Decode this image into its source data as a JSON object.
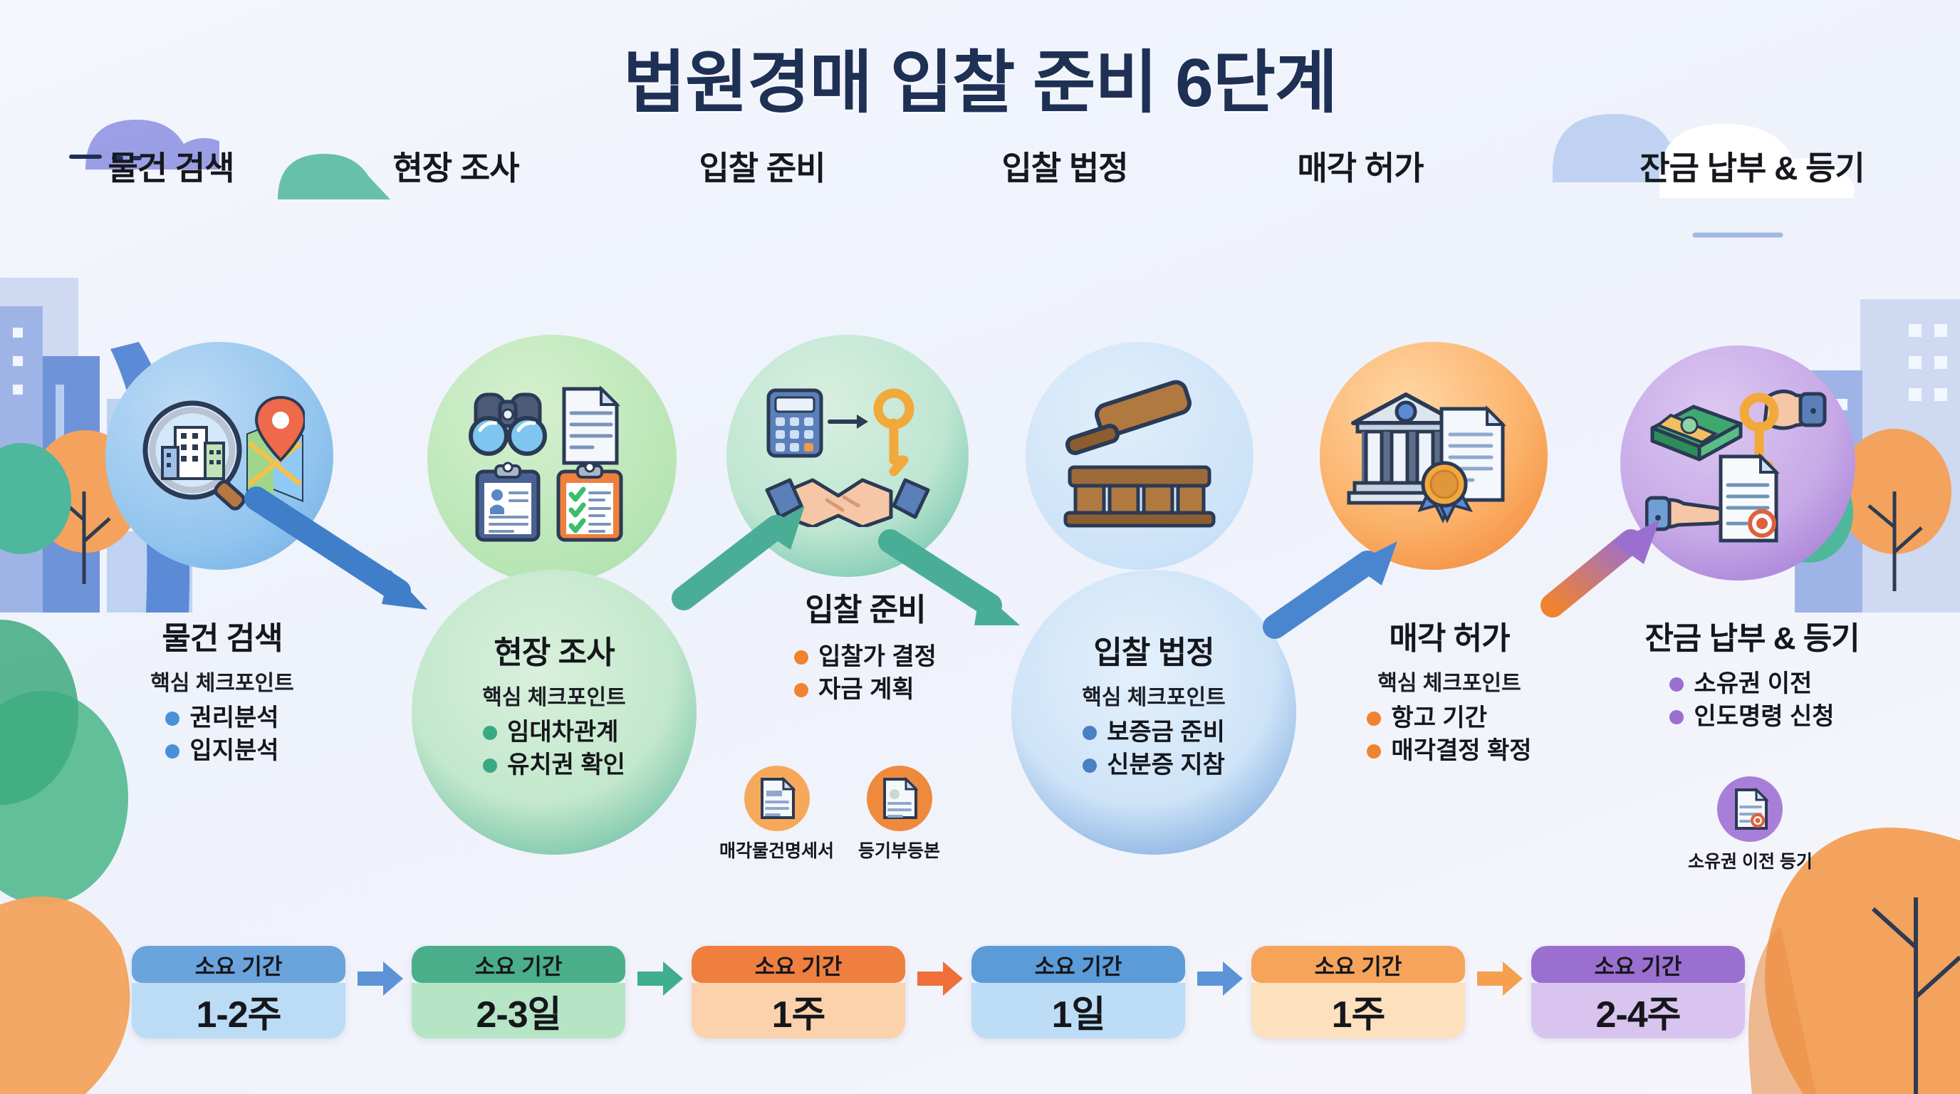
{
  "title": "법원경매 입찰 준비 6단계",
  "labels": {
    "checkpoint": "핵심 체크포인트",
    "duration_caption": "소요 기간"
  },
  "colors": {
    "step1": "#4a90d9",
    "step2": "#3aa885",
    "step3": "#f0832f",
    "step4": "#4a90d9",
    "step5": "#f0832f",
    "step6": "#9b6fd0",
    "title": "#1e3054",
    "background": "#f1f4fc"
  },
  "steps": [
    {
      "id": "step-1",
      "top_label": "물건 검색",
      "body_title": "물건 검색",
      "subtitle": "핵심 체크포인트",
      "bullets": [
        "권리분석",
        "입지분석"
      ],
      "icons": [
        "magnifier-building-icon",
        "map-pin-icon"
      ],
      "duration_caption": "소요 기간",
      "duration_value": "1-2주"
    },
    {
      "id": "step-2",
      "top_label": "현장 조사",
      "body_title": "현장 조사",
      "subtitle": "핵심 체크포인트",
      "bullets": [
        "임대차관계",
        "유치권 확인"
      ],
      "icons": [
        "binoculars-icon",
        "document-icon",
        "clipboard-person-icon",
        "clipboard-checklist-icon"
      ],
      "duration_caption": "소요 기간",
      "duration_value": "2-3일"
    },
    {
      "id": "step-3",
      "top_label": "입찰 준비",
      "body_title": "입찰 준비",
      "subtitle": "",
      "bullets": [
        "입찰가 결정",
        "자금 계획"
      ],
      "icons": [
        "calculator-icon",
        "key-icon",
        "handshake-icon"
      ],
      "chips": [
        {
          "caption": "매각물건명세서",
          "icon": "document-lines-icon"
        },
        {
          "caption": "등기부등본",
          "icon": "document-stamp-icon"
        }
      ],
      "duration_caption": "소요 기간",
      "duration_value": "1주"
    },
    {
      "id": "step-4",
      "top_label": "입찰 법정",
      "body_title": "입찰 법정",
      "subtitle": "핵심 체크포인트",
      "bullets": [
        "보증금 준비",
        "신분증 지참"
      ],
      "icons": [
        "gavel-icon",
        "court-bench-icon"
      ],
      "duration_caption": "소요 기간",
      "duration_value": "1일"
    },
    {
      "id": "step-5",
      "top_label": "매각 허가",
      "body_title": "매각 허가",
      "subtitle": "핵심 체크포인트",
      "bullets": [
        "항고 기간",
        "매각결정 확정"
      ],
      "icons": [
        "courthouse-icon",
        "certificate-ribbon-icon"
      ],
      "duration_caption": "소요 기간",
      "duration_value": "1주"
    },
    {
      "id": "step-6",
      "top_label": "잔금 납부 & 등기",
      "body_title": "잔금 납부 & 등기",
      "subtitle": "",
      "bullets": [
        "소유권 이전",
        "인도명령 신청"
      ],
      "icons": [
        "cash-stack-icon",
        "hand-key-icon",
        "deed-stamp-icon"
      ],
      "chips": [
        {
          "caption": "소유권 이전 등기",
          "icon": "deed-stamp-icon"
        }
      ],
      "duration_caption": "소요 기간",
      "duration_value": "2-4주"
    }
  ]
}
